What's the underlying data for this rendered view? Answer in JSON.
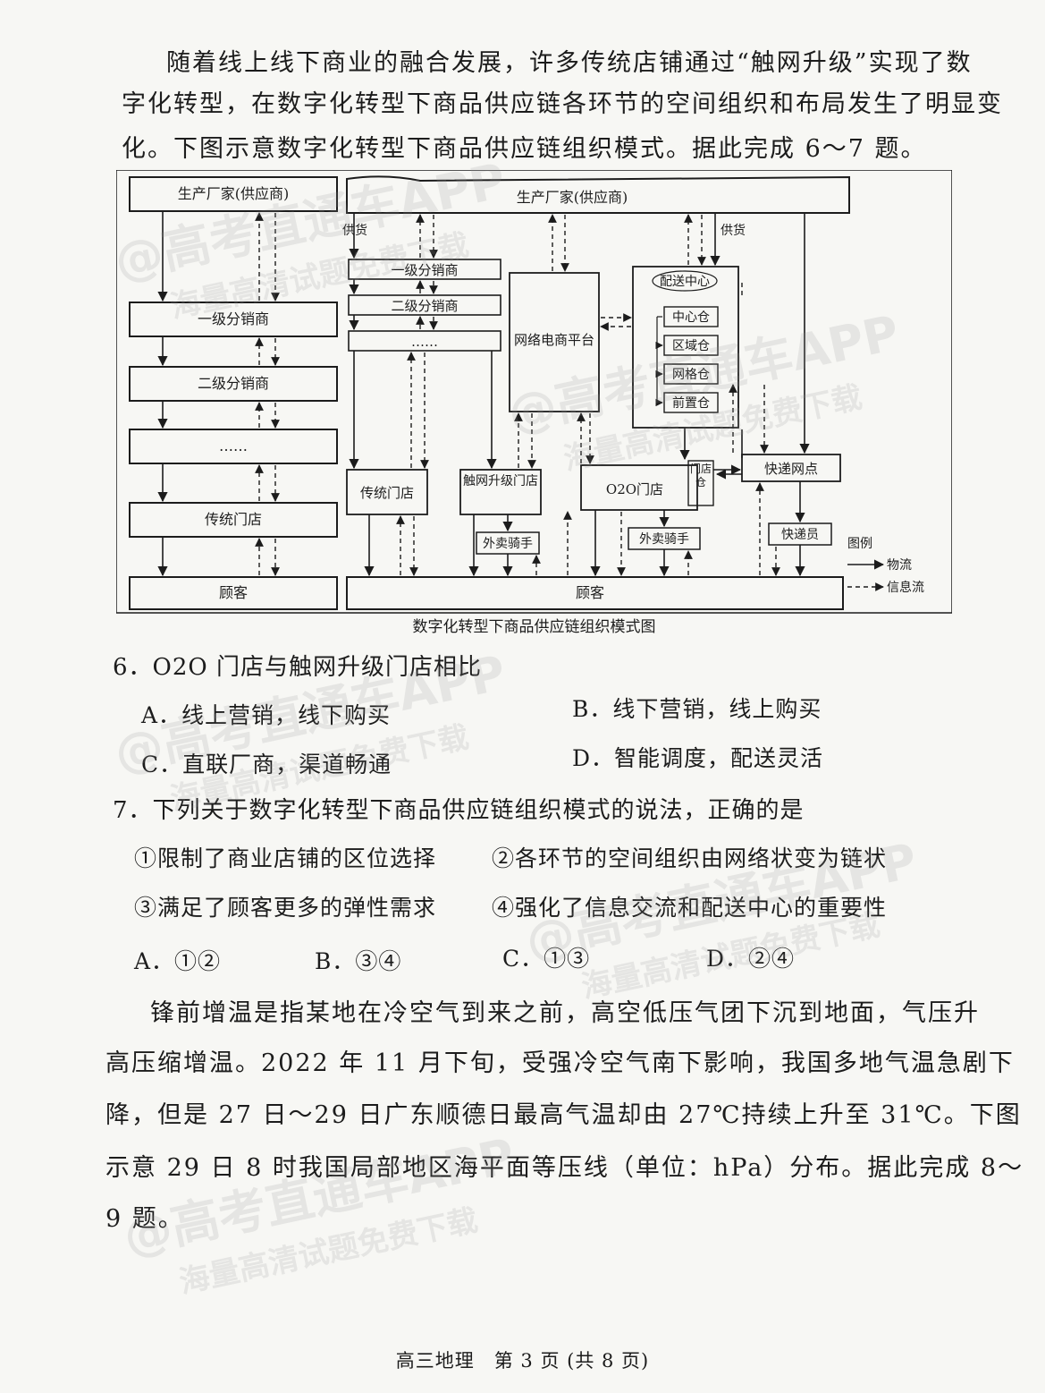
{
  "intro": {
    "line1": "随着线上线下商业的融合发展，许多传统店铺通过“触网升级”实现了数",
    "line2": "字化转型，在数字化转型下商品供应链各环节的空间组织和布局发生了明显变",
    "line3": "化。下图示意数字化转型下商品供应链组织模式。据此完成 6～7 题。"
  },
  "diagram": {
    "left": {
      "producer": "生产厂家(供应商)",
      "dist1": "一级分销商",
      "dist2": "二级分销商",
      "dots": "……",
      "store": "传统门店",
      "customer": "顾客"
    },
    "right": {
      "producer": "生产厂家(供应商)",
      "supply_left": "供货",
      "supply_right": "供货",
      "dist1": "一级分销商",
      "dist2": "二级分销商",
      "dots": "……",
      "platform": "网络电商平台",
      "dc": "配送中心",
      "wh1": "中心仓",
      "wh2": "区域仓",
      "wh3": "网格仓",
      "wh4": "前置仓",
      "trad_store": "传统门店",
      "upgraded_store": "触网升级门店",
      "o2o_store": "O2O门店",
      "store_wh": "门店仓",
      "express_point": "快递网点",
      "rider1": "外卖骑手",
      "rider2": "外卖骑手",
      "courier": "快递员",
      "customer": "顾客"
    },
    "legend": {
      "title": "图例",
      "logistics": "物流",
      "info": "信息流"
    },
    "caption": "数字化转型下商品供应链组织模式图"
  },
  "q6": {
    "stem": "6．O2O 门店与触网升级门店相比",
    "A": "A．线上营销，线下购买",
    "B": "B．线下营销，线上购买",
    "C": "C．直联厂商，渠道畅通",
    "D": "D．智能调度，配送灵活"
  },
  "q7": {
    "stem": "7．下列关于数字化转型下商品供应链组织模式的说法，正确的是",
    "s1": "①限制了商业店铺的区位选择",
    "s2": "②各环节的空间组织由网络状变为链状",
    "s3": "③满足了顾客更多的弹性需求",
    "s4": "④强化了信息交流和配送中心的重要性",
    "A": "A．①②",
    "B": "B．③④",
    "C": "C．①③",
    "D": "D．②④"
  },
  "para2": {
    "line1": "锋前增温是指某地在冷空气到来之前，高空低压气团下沉到地面，气压升",
    "line2": "高压缩增温。2022 年 11 月下旬，受强冷空气南下影响，我国多地气温急剧下",
    "line3": "降，但是 27 日～29 日广东顺德日最高气温却由 27℃持续上升至 31℃。下图",
    "line4": "示意 29 日 8 时我国局部地区海平面等压线（单位：hPa）分布。据此完成 8～",
    "line5": "9 题。"
  },
  "footer": "高三地理　第 3 页 (共 8 页)",
  "watermark": {
    "line1": "@高考直通车APP",
    "line2": "海量高清试题免费下载"
  }
}
